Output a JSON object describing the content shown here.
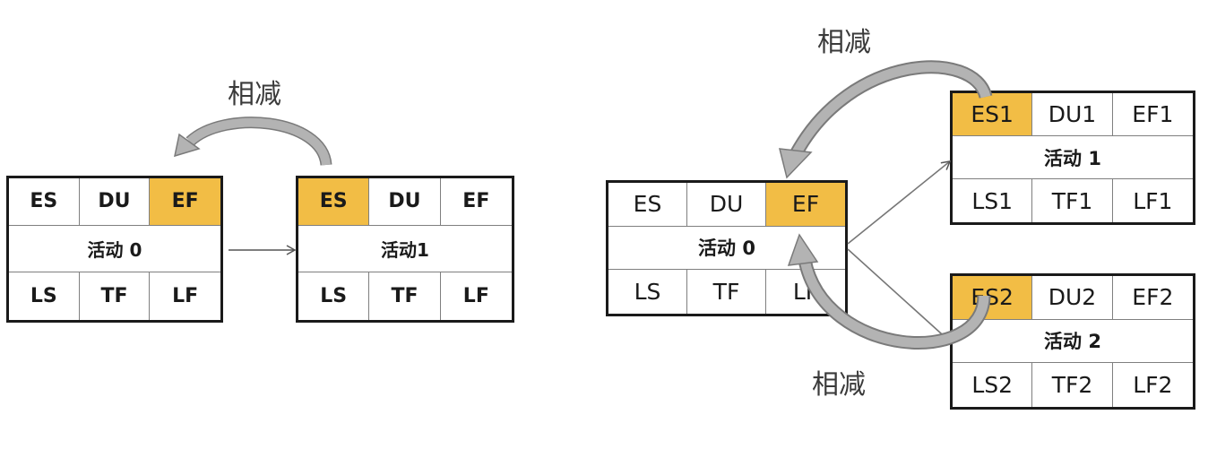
{
  "left": {
    "node0": {
      "es": "ES",
      "du": "DU",
      "ef": "EF",
      "name": "活动 0",
      "ls": "LS",
      "tf": "TF",
      "lf": "LF"
    },
    "node1": {
      "es": "ES",
      "du": "DU",
      "ef": "EF",
      "name": "活动1",
      "ls": "LS",
      "tf": "TF",
      "lf": "LF"
    },
    "subtract_label": "相减"
  },
  "right": {
    "node0": {
      "es": "ES",
      "du": "DU",
      "ef": "EF",
      "name": "活动 0",
      "ls": "LS",
      "tf": "TF",
      "lf": "LF"
    },
    "node1": {
      "es": "ES1",
      "du": "DU1",
      "ef": "EF1",
      "name": "活动 1",
      "ls": "LS1",
      "tf": "TF1",
      "lf": "LF1"
    },
    "node2": {
      "es": "ES2",
      "du": "DU2",
      "ef": "EF2",
      "name": "活动 2",
      "ls": "LS2",
      "tf": "TF2",
      "lf": "LF2"
    },
    "subtract_label_top": "相减",
    "subtract_label_bottom": "相减"
  },
  "colors": {
    "highlight": "#f2bd45",
    "border": "#1a1a1a",
    "curved_arrow": "#a6a6a6"
  }
}
